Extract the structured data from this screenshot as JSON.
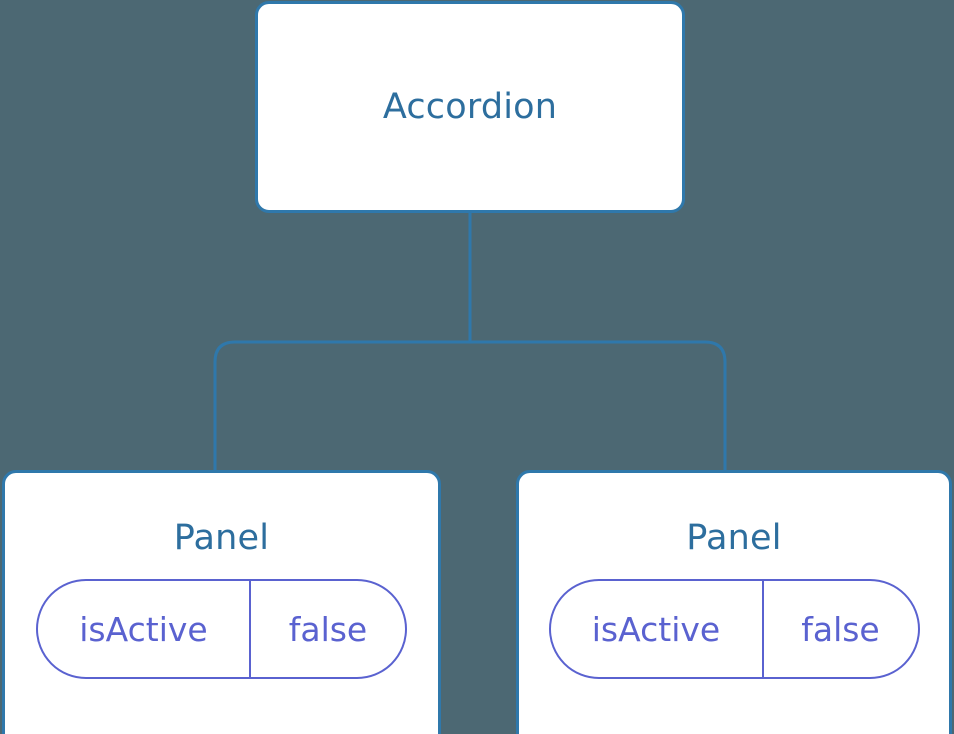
{
  "diagram": {
    "type": "component-tree",
    "background_color": "#4c6873",
    "node_border_color": "#2f78ab",
    "node_fill_color": "#ffffff",
    "node_title_color": "#2d6e9e",
    "prop_color": "#5a62d0",
    "connector_color": "#2f78ab",
    "root": {
      "label": "Accordion"
    },
    "children": [
      {
        "label": "Panel",
        "props": [
          {
            "key": "isActive",
            "value": "false"
          }
        ]
      },
      {
        "label": "Panel",
        "props": [
          {
            "key": "isActive",
            "value": "false"
          }
        ]
      }
    ]
  }
}
